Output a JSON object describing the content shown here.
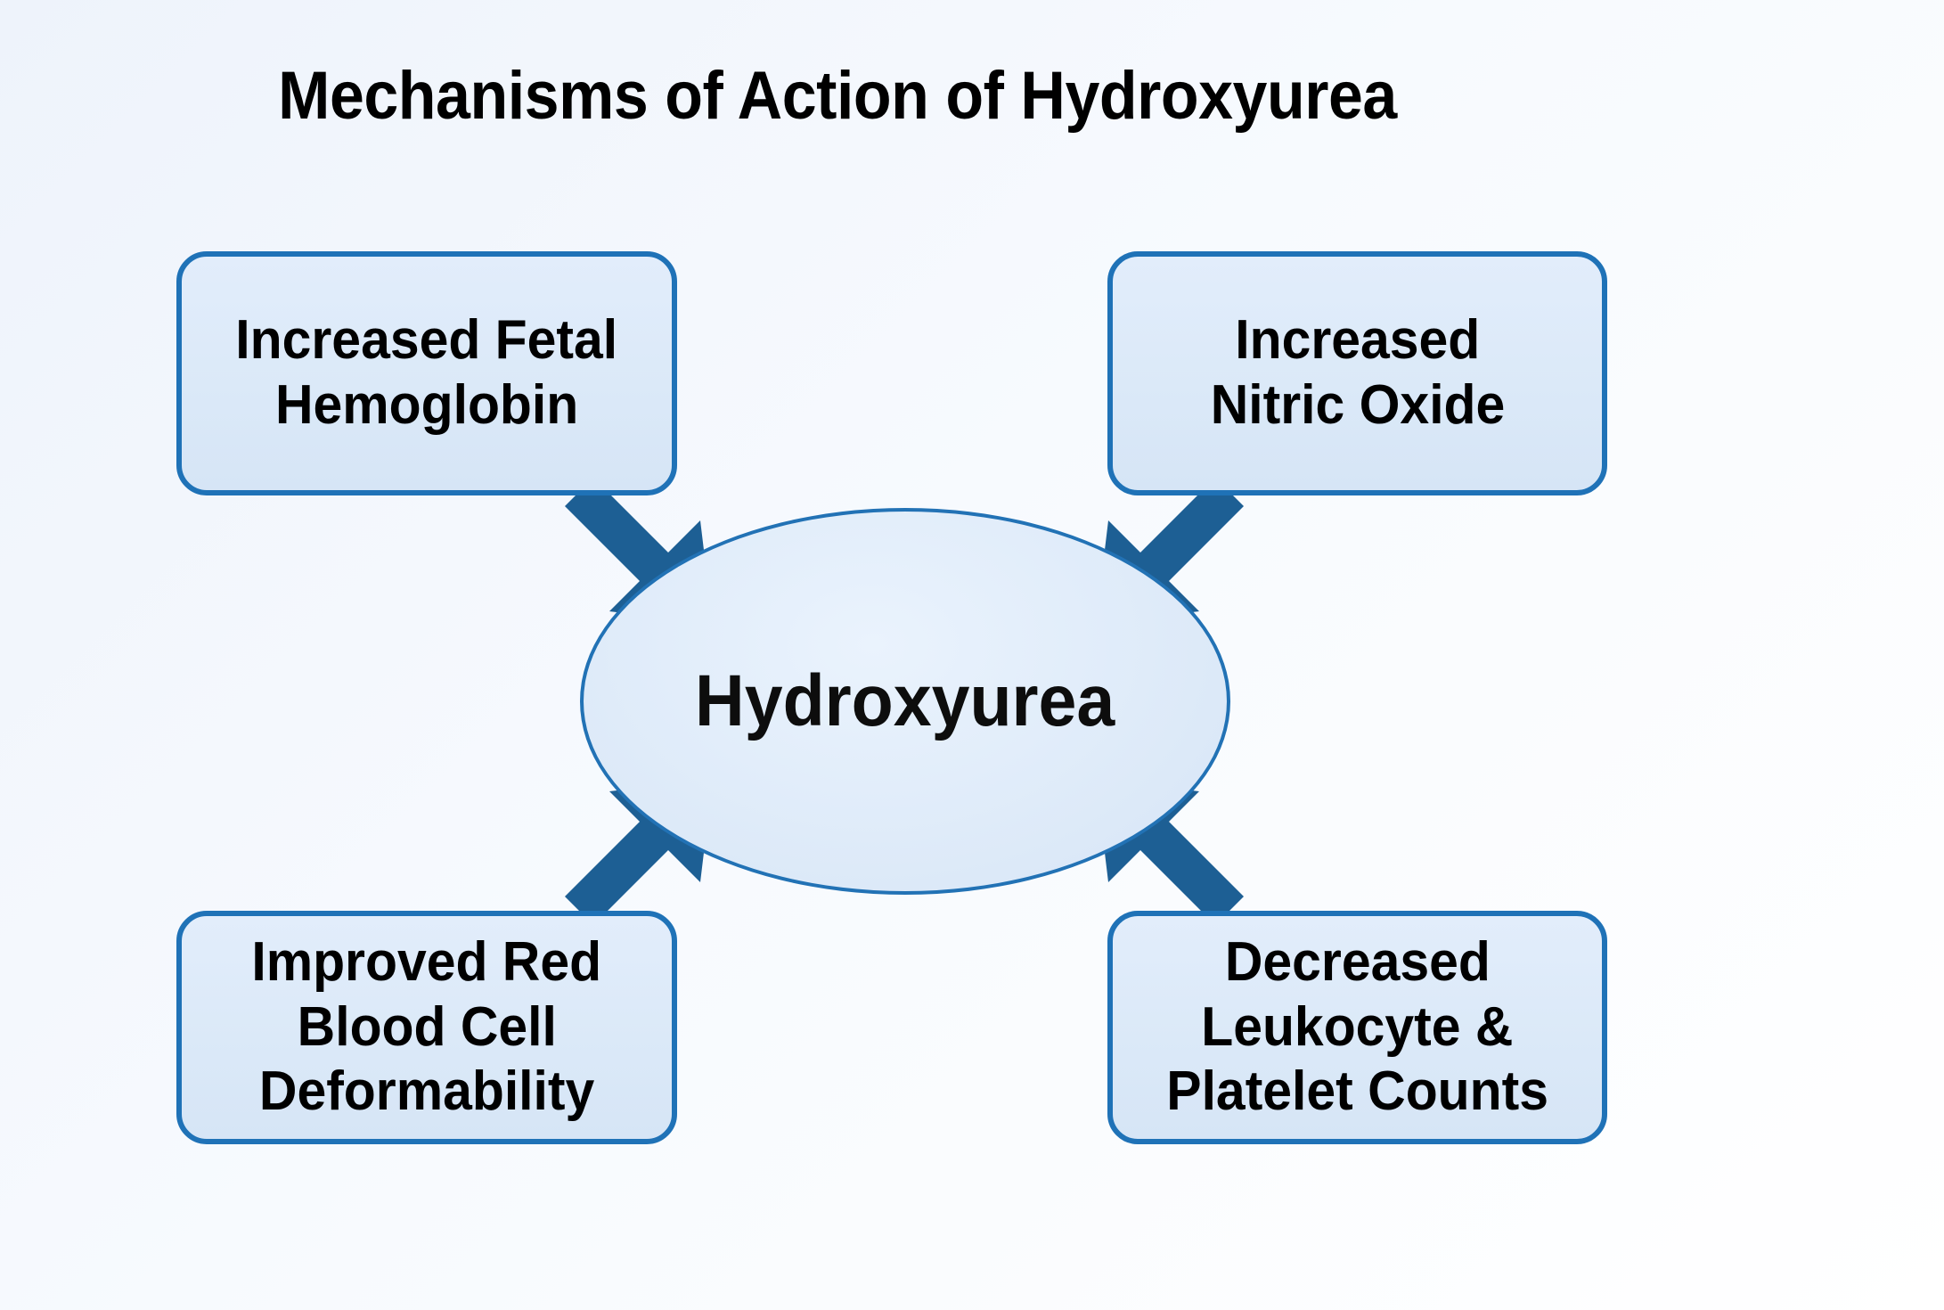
{
  "diagram": {
    "title": "Mechanisms of Action of Hydroxyurea",
    "center": {
      "label": "Hydroxyurea",
      "shape": "ellipse",
      "fill_color": "#dce9f8",
      "border_color": "#2272b5"
    },
    "arrow_color": "#1d5f94",
    "background_color": "#f3f7fc",
    "box_fill_color": "#dce9f8",
    "box_border_color": "#1f72b7",
    "nodes": [
      {
        "id": "increased-fetal-hemoglobin",
        "position": "top-left",
        "lines": [
          "Increased Fetal",
          "Hemoglobin"
        ]
      },
      {
        "id": "increased-nitric-oxide",
        "position": "top-right",
        "lines": [
          "Increased",
          "Nitric Oxide"
        ]
      },
      {
        "id": "improved-red-blood-cell-deformability",
        "position": "bottom-left",
        "lines": [
          "Improved Red",
          "Blood Cell",
          "Deformability"
        ]
      },
      {
        "id": "decreased-leukocyte-platelet-counts",
        "position": "bottom-right",
        "lines": [
          "Decreased",
          "Leukocyte &",
          "Platelet Counts"
        ]
      }
    ],
    "edges": [
      {
        "from": "Hydroxyurea",
        "to": "Increased Fetal Hemoglobin",
        "direction": "up-left"
      },
      {
        "from": "Hydroxyurea",
        "to": "Increased Nitric Oxide",
        "direction": "up-right"
      },
      {
        "from": "Hydroxyurea",
        "to": "Improved Red Blood Cell Deformability",
        "direction": "down-left"
      },
      {
        "from": "Hydroxyurea",
        "to": "Decreased Leukocyte & Platelet Counts",
        "direction": "down-right"
      }
    ]
  }
}
